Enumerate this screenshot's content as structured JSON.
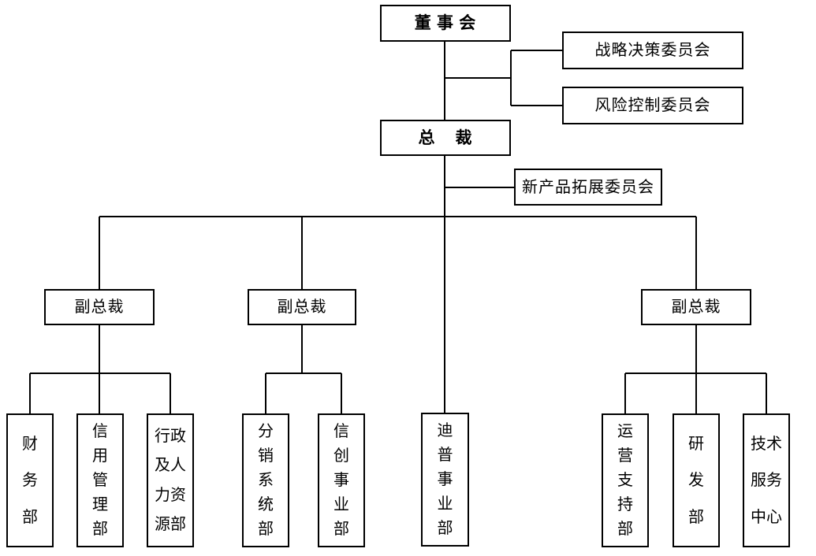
{
  "org": {
    "board": {
      "label": "董 事 会"
    },
    "board_committees": [
      {
        "label": "战略决策委员会"
      },
      {
        "label": "风险控制委员会"
      }
    ],
    "president": {
      "label": "总    裁"
    },
    "president_committee": {
      "label": "新产品拓展委员会"
    },
    "vp_groups": [
      {
        "vp_label": "副总裁",
        "departments": [
          {
            "name": "财务部",
            "lines": [
              "财",
              "务",
              "部"
            ]
          },
          {
            "name": "信用管理部",
            "lines": [
              "信",
              "用",
              "管",
              "理",
              "部"
            ]
          },
          {
            "name": "行政及人力资源部",
            "lines": [
              "行政",
              "及人",
              "力资",
              "源部"
            ]
          }
        ]
      },
      {
        "vp_label": "副总裁",
        "departments": [
          {
            "name": "分销系统部",
            "lines": [
              "分",
              "销",
              "系",
              "统",
              "部"
            ]
          },
          {
            "name": "信创事业部",
            "lines": [
              "信",
              "创",
              "事",
              "业",
              "部"
            ]
          }
        ]
      },
      {
        "vp_label": "副总裁",
        "departments": [
          {
            "name": "运营支持部",
            "lines": [
              "运",
              "营",
              "支",
              "持",
              "部"
            ]
          },
          {
            "name": "研发部",
            "lines": [
              "研",
              "发",
              "部"
            ]
          },
          {
            "name": "技术服务中心",
            "lines": [
              "技术",
              "服务",
              "中心"
            ]
          }
        ]
      }
    ],
    "president_departments": [
      {
        "name": "迪普事业部",
        "lines": [
          "迪",
          "普",
          "事",
          "业",
          "部"
        ]
      }
    ],
    "colors": {
      "line": "#000000",
      "box_border": "#000000",
      "box_background": "#ffffff",
      "text": "#000000",
      "background": "#ffffff"
    }
  }
}
